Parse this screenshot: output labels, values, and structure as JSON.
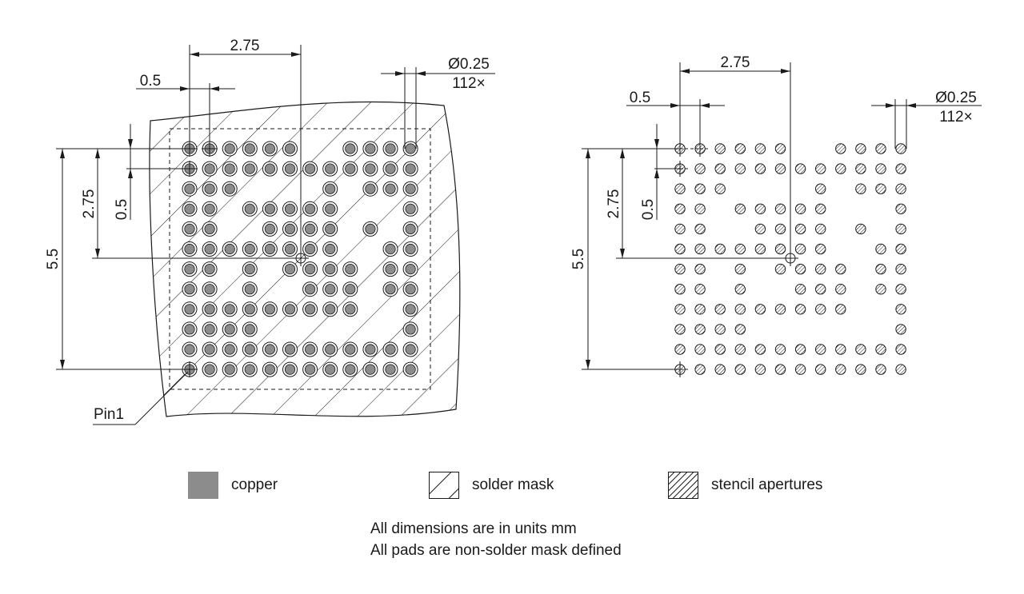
{
  "left_view": {
    "pitch_label": "0.5",
    "span_h_label": "2.75",
    "span_v_label": "2.75",
    "pitch_v_label": "0.5",
    "total_v_label": "5.5",
    "pad_dia_label": "Ø0.25",
    "pad_count_label": "112×",
    "pin1_label": "Pin1"
  },
  "right_view": {
    "pitch_label": "0.5",
    "span_h_label": "2.75",
    "span_v_label": "2.75",
    "pitch_v_label": "0.5",
    "total_v_label": "5.5",
    "pad_dia_label": "Ø0.25",
    "pad_count_label": "112×"
  },
  "pad_map": [
    "111111001111",
    "111111111111",
    "111000010111",
    "110111110001",
    "110011110101",
    "111111110011",
    "110101111011",
    "110100111011",
    "111111111001",
    "111100000001",
    "111111111111",
    "111111111111"
  ],
  "legend": {
    "copper": "copper",
    "solder_mask": "solder mask",
    "stencil": "stencil apertures"
  },
  "notes": {
    "line1": "All dimensions are in units mm",
    "line2": "All pads are non-solder mask defined"
  },
  "colors": {
    "copper": "#8c8c8c",
    "line": "#1a1a1a"
  }
}
